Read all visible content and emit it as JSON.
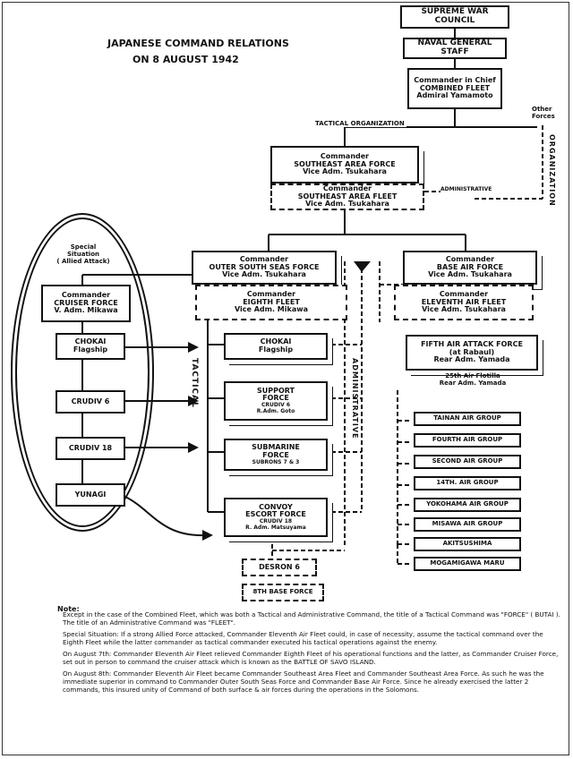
{
  "title": {
    "line1": "JAPANESE COMMAND RELATIONS",
    "line2": "ON 8 AUGUST 1942"
  },
  "boxes": {
    "supreme_war_council": "SUPREME WAR COUNCIL",
    "naval_general_staff": "NAVAL GENERAL STAFF",
    "combined_fleet": {
      "l1": "Commander in Chief",
      "l2": "COMBINED FLEET",
      "l3": "Admiral Yamamoto"
    },
    "southeast_area_force": {
      "l1": "Commander",
      "l2": "SOUTHEAST AREA FORCE",
      "l3": "Vice Adm. Tsukahara"
    },
    "southeast_area_fleet": {
      "l1": "Commander",
      "l2": "SOUTHEAST AREA FLEET",
      "l3": "Vice Adm. Tsukahara"
    },
    "outer_south_seas_force": {
      "l1": "Commander",
      "l2": "OUTER SOUTH SEAS FORCE",
      "l3": "Vice Adm. Tsukahara"
    },
    "eighth_fleet": {
      "l1": "Commander",
      "l2": "EIGHTH FLEET",
      "l3": "Vice Adm. Mikawa"
    },
    "base_air_force": {
      "l1": "Commander",
      "l2": "BASE AIR FORCE",
      "l3": "Vice Adm. Tsukahara"
    },
    "eleventh_air_fleet": {
      "l1": "Commander",
      "l2": "ELEVENTH AIR FLEET",
      "l3": "Vice Adm. Tsukahara"
    },
    "fifth_air_attack_force": {
      "l1": "FIFTH AIR ATTACK FORCE",
      "l2": "(at Rabaul)",
      "l3": "Rear Adm. Yamada"
    },
    "air_flotilla": {
      "l1": "25th Air Flotilla",
      "l2": "Rear Adm. Yamada"
    },
    "cruiser_force": {
      "l1": "Commander",
      "l2": "CRUISER FORCE",
      "l3": "V. Adm. Mikawa"
    },
    "chokai_left": {
      "l1": "CHOKAI",
      "l2": "Flagship"
    },
    "crudiv6_left": "CRUDIV 6",
    "crudiv18_left": "CRUDIV 18",
    "yunagi": "YUNAGI",
    "chokai_center": {
      "l1": "CHOKAI",
      "l2": "Flagship"
    },
    "support_force": {
      "l1": "SUPPORT",
      "l2": "FORCE",
      "l3": "CRUDIV 6",
      "l4": "R.Adm. Goto"
    },
    "submarine_force": {
      "l1": "SUBMARINE",
      "l2": "FORCE",
      "l3": "SUBRONS 7 & 3"
    },
    "convoy_escort_force": {
      "l1": "CONVOY",
      "l2": "ESCORT FORCE",
      "l3": "CRUDIV 18",
      "l4": "R. Adm. Matsuyama"
    },
    "desron6": "DESRON 6",
    "base_force_8th": "8TH BASE FORCE",
    "air_groups": [
      "TAINAN AIR GROUP",
      "FOURTH AIR GROUP",
      "SECOND AIR GROUP",
      "14TH. AIR GROUP",
      "YOKOHAMA AIR GROUP",
      "MISAWA AIR GROUP",
      "AKITSUSHIMA",
      "MOGAMIGAWA MARU"
    ]
  },
  "labels": {
    "tactical_organization": "TACTICAL ORGANIZATION",
    "other_forces": "Other Forces",
    "organization": "ORGANIZATION",
    "administrative_h": "ADMINISTRATIVE",
    "administrative_v": "ADMINISTRATIVE",
    "tactical_v": "TACTICAL",
    "special_situation": {
      "l1": "Special",
      "l2": "Situation",
      "l3": "( Allied Attack)"
    }
  },
  "notes": {
    "heading": "Note:",
    "p1": "Except in the case of the Combined Fleet, which was both a Tactical and Administrative Command, the title of a Tactical Command was \"FORCE\" ( BUTAI ). The title of an Administrative Command was \"FLEET\".",
    "p2": "Special Situation: If a strong Allied Force attacked, Commander Eleventh Air Fleet could, in case of necessity, assume the tactical command over the Eighth Fleet while the latter commander as tactical commander executed his tactical operations against the enemy.",
    "p3": "On August 7th: Commander Eleventh Air Fleet relieved Commander Eighth Fleet of his operational functions and the latter, as Commander Cruiser Force, set out in person to command the cruiser attack which is known as the BATTLE OF SAVO ISLAND.",
    "p4": "On August 8th: Commander Eleventh Air Fleet became Commander Southeast Area Fleet and Commander Southeast Area Force. As such he was the immediate superior in command to Commander Outer South Seas Force and Commander Base Air Force. Since he already exercised the latter 2 commands, this insured unity of Command of both surface & air forces during the operations in the Solomons."
  }
}
